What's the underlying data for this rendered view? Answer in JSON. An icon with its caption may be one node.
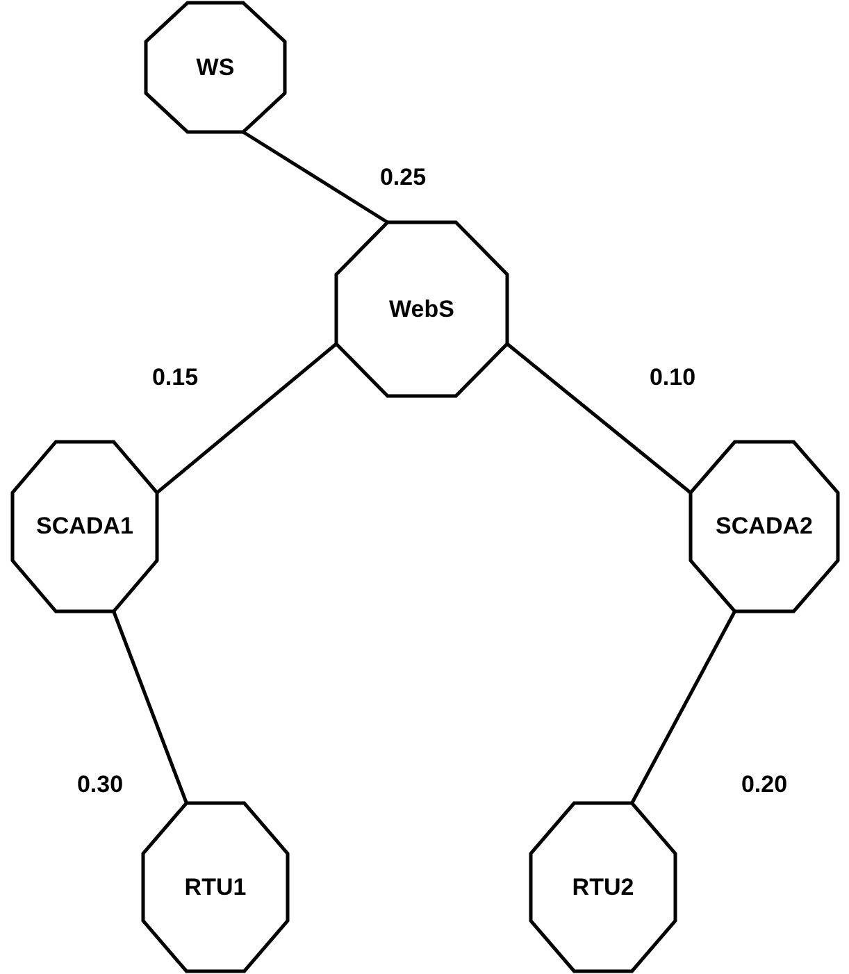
{
  "diagram": {
    "nodes": [
      {
        "text": [
          "WS"
        ]
      },
      {
        "text": [
          "WebS"
        ]
      },
      {
        "text": [
          "SCADA1"
        ]
      },
      {
        "text": [
          "SCADA2"
        ]
      },
      {
        "text": [
          "RTU1"
        ]
      },
      {
        "text": [
          "RTU2"
        ]
      }
    ],
    "edges": [
      {
        "from": 0,
        "to": 1,
        "arrow": "none",
        "label": "0.25"
      },
      {
        "from": 1,
        "to": 2,
        "arrow": "none",
        "label": "0.15"
      },
      {
        "from": 1,
        "to": 3,
        "arrow": "none",
        "label": "0.10"
      },
      {
        "from": 2,
        "to": 4,
        "arrow": "none",
        "label": "0.30"
      },
      {
        "from": 3,
        "to": 5,
        "arrow": "none",
        "label": "0.20"
      }
    ]
  }
}
